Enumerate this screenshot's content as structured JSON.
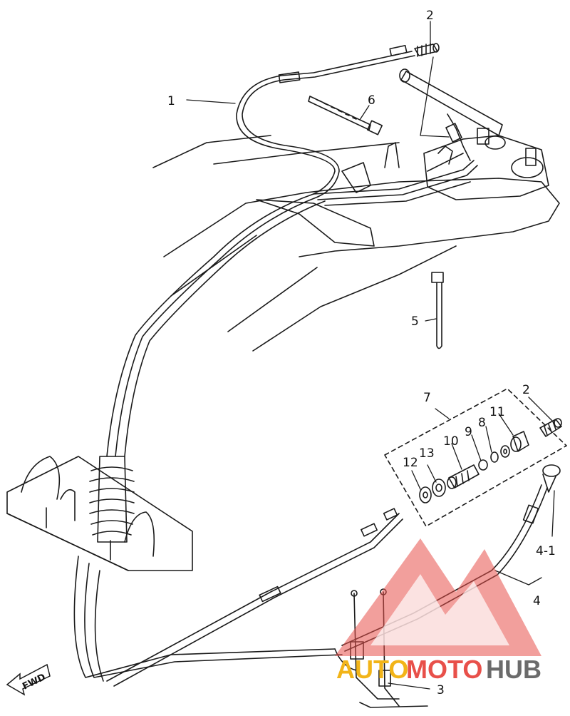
{
  "callouts": {
    "c1": "1",
    "c2a": "2",
    "c2b": "2",
    "c3": "3",
    "c4": "4",
    "c4_1": "4-1",
    "c5": "5",
    "c6": "6",
    "c7": "7",
    "c8": "8",
    "c9": "9",
    "c10": "10",
    "c11": "11",
    "c12": "12",
    "c13": "13"
  },
  "direction_marker": "FWD",
  "watermark": {
    "part1": "AUTO",
    "part2": "MOTO",
    "part3": "HUB"
  },
  "colors": {
    "line": "#1a1a1a",
    "watermark_red": "#e8504a",
    "watermark_yellow": "#f2b418",
    "watermark_gray": "#6b6b6b"
  }
}
